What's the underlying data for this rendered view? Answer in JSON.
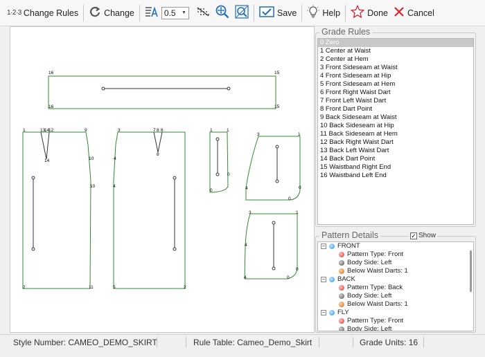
{
  "toolbar": {
    "change_rules_prefix": "1·2·3",
    "change_rules_label": "Change Rules",
    "change_label": "Change",
    "step_value": "0.5",
    "save_label": "Save",
    "help_label": "Help",
    "done_label": "Done",
    "cancel_label": "Cancel"
  },
  "grade_rules": {
    "title": "Grade Rules",
    "items": [
      "0 Zero",
      "1 Center at Waist",
      "2 Center at Hem",
      "3 Front Sideseam at Waist",
      "4 Front Sideseam at Hip",
      "5 Front Sideseam at Hem",
      "6 Front Right Waist Dart",
      "7 Front Left Waist Dart",
      "8 Front Dart Point",
      "9 Back Sideseam at Waist",
      "10 Back Sideseam at Hip",
      "11 Back Sideseam at Hem",
      "12 Back Right Waist Dart",
      "13 Back Left Waist Dart",
      "14 Back Dart Point",
      "15 Waistband Right End",
      "16 Waistband Left End"
    ]
  },
  "pattern_details": {
    "title": "Pattern Details",
    "show_label": "Show",
    "nodes": [
      {
        "label": "FRONT",
        "children": [
          "Pattern Type: Front",
          "Body Side: Left",
          "Below Waist Darts: 1"
        ]
      },
      {
        "label": "BACK",
        "children": [
          "Pattern Type: Back",
          "Body Side: Left",
          "Below Waist Darts: 1"
        ]
      },
      {
        "label": "FLY",
        "children": [
          "Pattern Type: Front",
          "Body Side: Left"
        ]
      }
    ]
  },
  "canvas_labels": {
    "waistband": [
      "16",
      "15",
      "16",
      "15"
    ],
    "front": [
      "1",
      "13",
      "14",
      "12",
      "9",
      "10",
      "10",
      "14",
      "2",
      "11"
    ],
    "back": [
      "3",
      "7",
      "8",
      "6",
      "4",
      "4",
      "8",
      "5",
      "2"
    ],
    "fly": [
      "1",
      "1",
      "0",
      "0"
    ],
    "yoke": [
      "3",
      "1",
      "4",
      "0",
      "0"
    ],
    "pocket": [
      "3",
      "1",
      "4",
      "4",
      "0",
      "0"
    ]
  },
  "status": {
    "style_number": "Style Number: CAMEO_DEMO_SKIRT",
    "rule_table": "Rule Table: Cameo_Demo_Skirt",
    "grade_units": "Grade Units: 16"
  },
  "colors": {
    "pattern_outline": "#2e8b2e",
    "selection": "#c8c8c8",
    "accent_blue": "#1f6fb5",
    "cancel_red": "#d9232e"
  },
  "icons": {
    "change": "circular-arrow-icon",
    "step": "text-size-icon",
    "grid": "dotted-grid-icon",
    "zoom": "zoom-move-icon",
    "zoom_fit": "zoom-fit-icon",
    "save": "save-check-icon",
    "help": "lightbulb-icon",
    "done": "star-icon",
    "cancel": "close-x-icon"
  }
}
